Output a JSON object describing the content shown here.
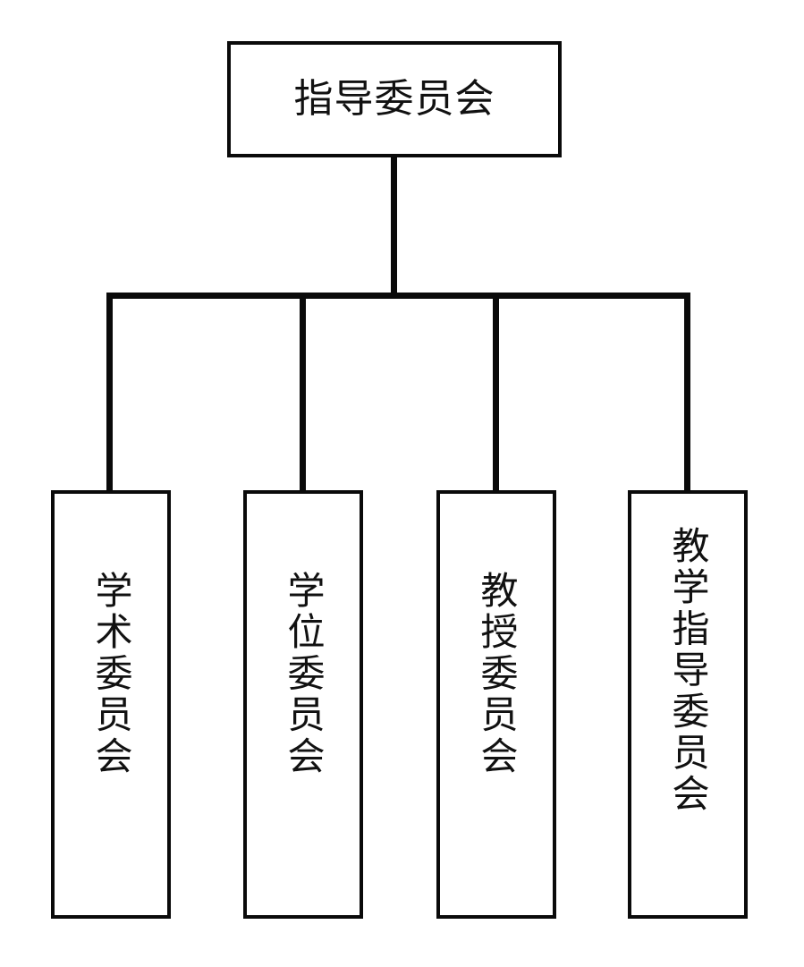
{
  "diagram": {
    "type": "organizational-chart",
    "orientation": "top-down",
    "background_color": "#ffffff",
    "line_color": "#0a0a0a",
    "text_color": "#111111",
    "root": {
      "label": "指导委员会",
      "text_direction": "horizontal"
    },
    "children": [
      {
        "label": "学术委员会",
        "text_direction": "vertical"
      },
      {
        "label": "学位委员会",
        "text_direction": "vertical"
      },
      {
        "label": "教授委员会",
        "text_direction": "vertical"
      },
      {
        "label": "教学指导委员会",
        "text_direction": "vertical"
      }
    ]
  }
}
